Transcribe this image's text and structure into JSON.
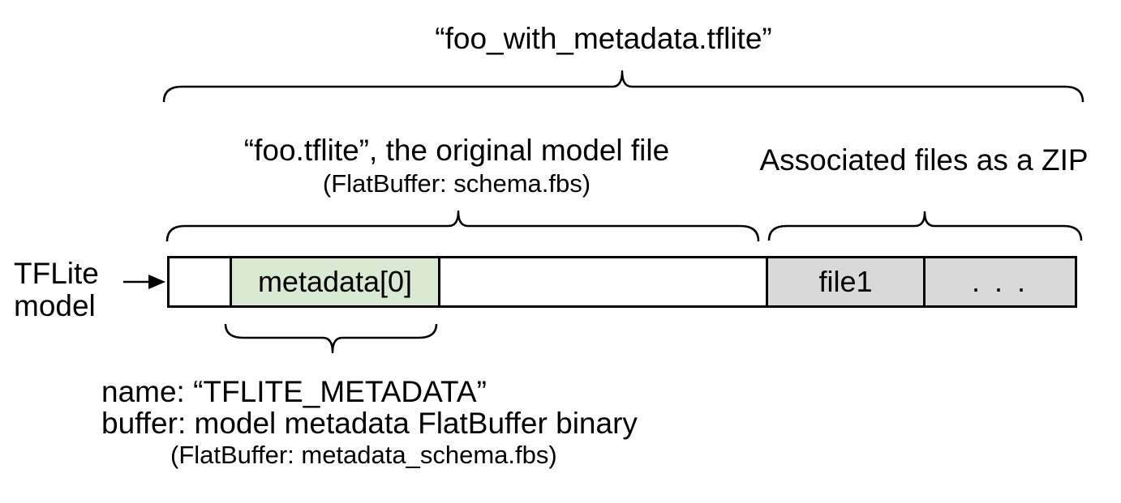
{
  "title": "“foo_with_metadata.tflite”",
  "sections": {
    "model_file": {
      "label": "“foo.tflite”, the original model file",
      "sublabel": "(FlatBuffer: schema.fbs)"
    },
    "associated_files": {
      "label": "Associated files as a ZIP"
    }
  },
  "pointer": {
    "label": "TFLite\nmodel"
  },
  "bar": {
    "segments": [
      {
        "name": "padding",
        "label": "",
        "fill": "#ffffff"
      },
      {
        "name": "metadata",
        "label": "metadata[0]",
        "fill": "#d9ead3"
      },
      {
        "name": "model-body",
        "label": "",
        "fill": "#ffffff"
      },
      {
        "name": "file1",
        "label": "file1",
        "fill": "#d9d9d9"
      },
      {
        "name": "more-files",
        "label": ". . .",
        "fill": "#d9d9d9"
      }
    ]
  },
  "metadata_annotation": {
    "line1": "name: “TFLITE_METADATA”",
    "line2": "buffer: model metadata FlatBuffer binary",
    "line3": "(FlatBuffer: metadata_schema.fbs)"
  },
  "colors": {
    "metadata_fill": "#d9ead3",
    "associated_fill": "#d9d9d9",
    "line": "#000000"
  }
}
